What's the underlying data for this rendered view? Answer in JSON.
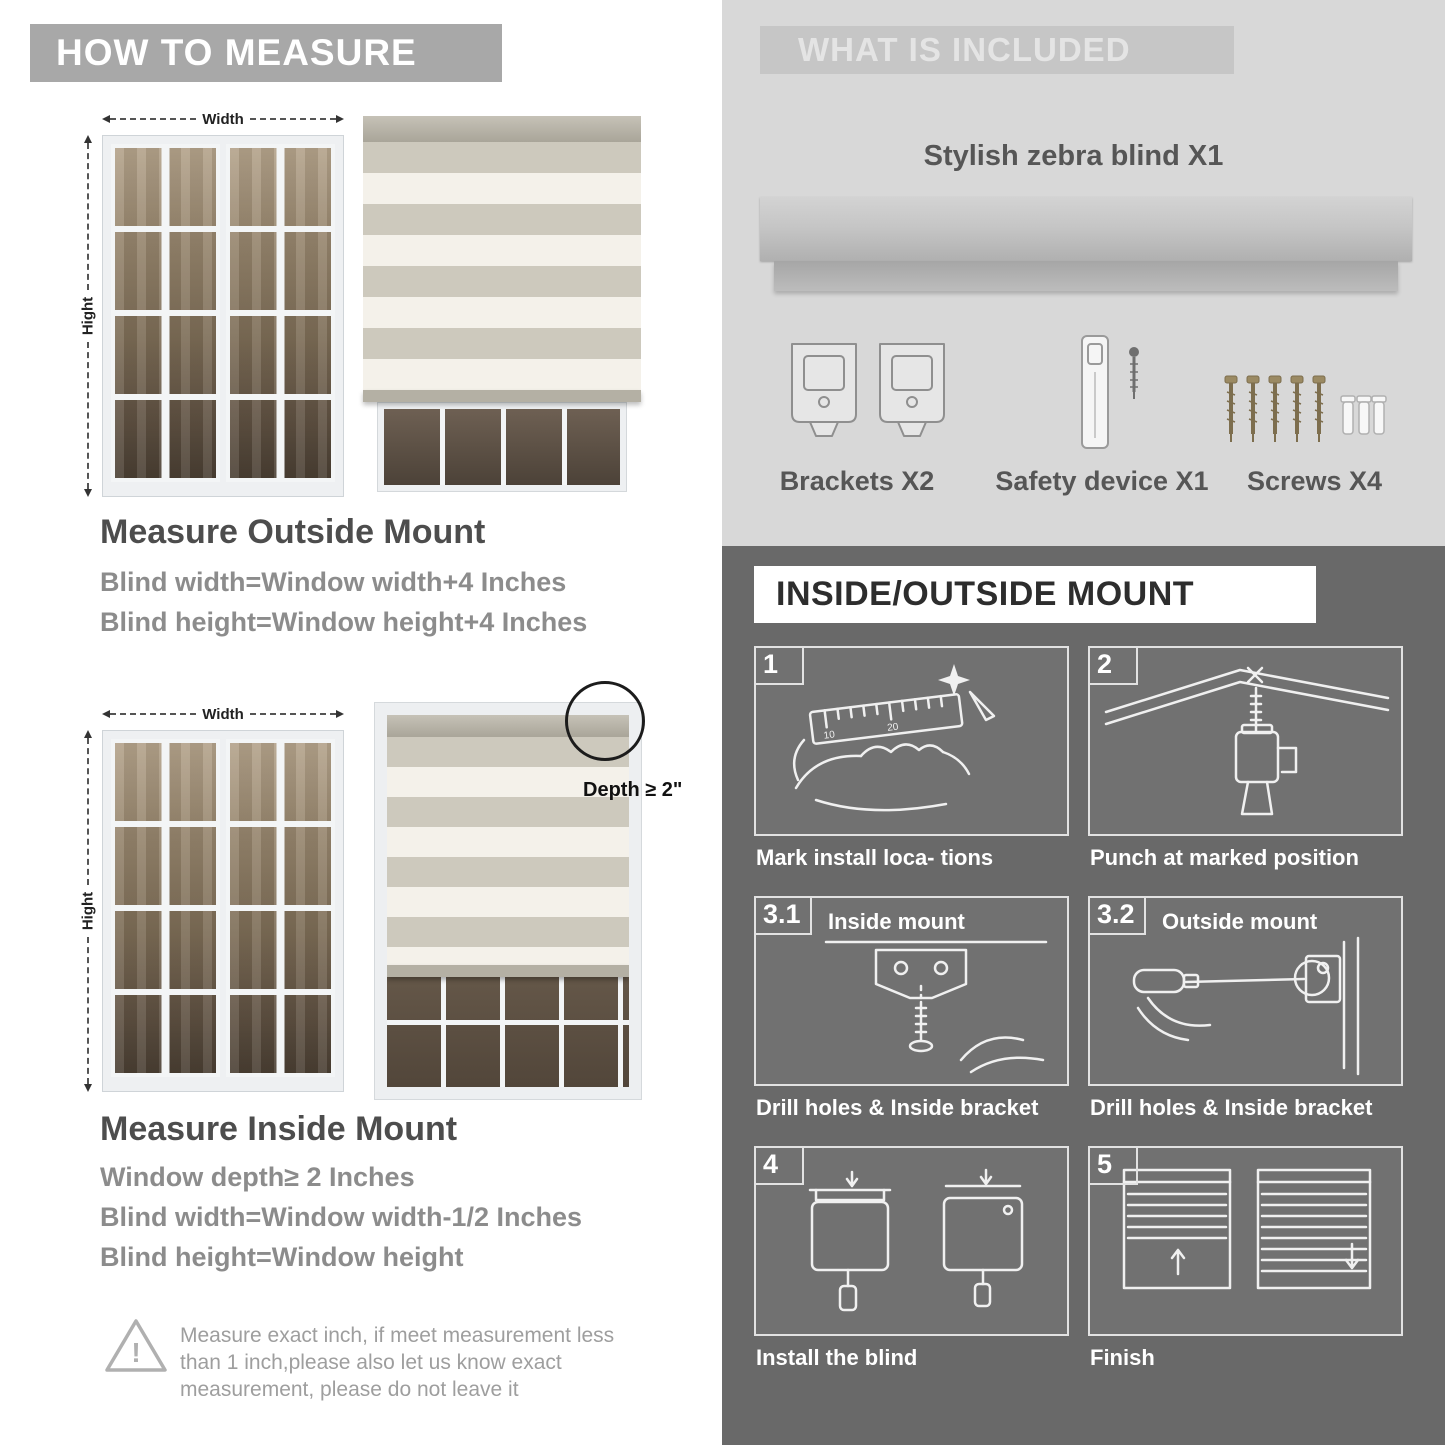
{
  "colors": {
    "left_banner_bg": "#a8a8a8",
    "included_bg": "#d8d8d8",
    "included_banner_bg": "#c6c6c6",
    "mount_bg": "#696969",
    "heading_dark": "#4d4d4d",
    "text_gray": "#8c8c8c"
  },
  "how_to_measure": {
    "banner": "HOW TO MEASURE",
    "width_label": "Width",
    "height_label": "Hight",
    "outside": {
      "heading": "Measure Outside Mount",
      "lines": [
        "Blind width=Window width+4 Inches",
        "Blind height=Window height+4 Inches"
      ]
    },
    "inside": {
      "depth_callout": "Depth ≥ 2\"",
      "heading": "Measure Inside Mount",
      "lines": [
        "Window depth≥ 2 Inches",
        "Blind width=Window width-1/2 Inches",
        "Blind height=Window height"
      ]
    },
    "warning_lines": [
      "Measure exact inch, if meet measurement less",
      "than 1 inch,please also let us know exact",
      "measurement, please do not leave it"
    ]
  },
  "included": {
    "banner": "WHAT IS INCLUDED",
    "product_label": "Stylish zebra blind X1",
    "items": [
      {
        "label": "Brackets X2"
      },
      {
        "label": "Safety device X1"
      },
      {
        "label": "Screws X4"
      }
    ]
  },
  "mount": {
    "banner": "INSIDE/OUTSIDE MOUNT",
    "steps": [
      {
        "num": "1",
        "title": "",
        "caption": "Mark install loca- tions"
      },
      {
        "num": "2",
        "title": "",
        "caption": "Punch at  marked position"
      },
      {
        "num": "3.1",
        "title": "Inside mount",
        "caption": "Drill holes &  Inside bracket"
      },
      {
        "num": "3.2",
        "title": "Outside mount",
        "caption": "Drill holes &  Inside bracket"
      },
      {
        "num": "4",
        "title": "",
        "caption": "Install the blind"
      },
      {
        "num": "5",
        "title": "",
        "caption": "Finish"
      }
    ]
  }
}
